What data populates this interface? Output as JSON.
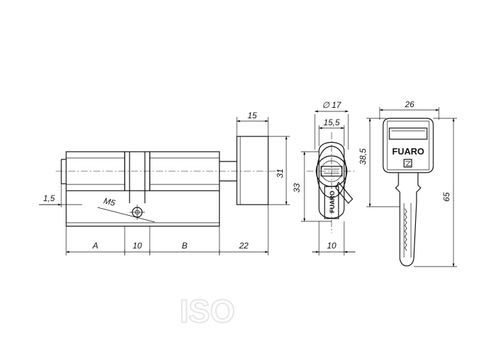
{
  "dimensions": {
    "retraction": "1,5",
    "thread": "M5",
    "a": "A",
    "mid": "10",
    "b": "B",
    "knob_len": "22",
    "knob_w": "15",
    "knob_d": "31",
    "dia": "∅ 17",
    "width": "15,5",
    "height": "33",
    "cam": "10",
    "key_w": "26",
    "key_head": "38,5",
    "key_len": "65"
  },
  "brand": {
    "front": "FUARO",
    "key": "FUARO"
  },
  "watermark": "ISO"
}
